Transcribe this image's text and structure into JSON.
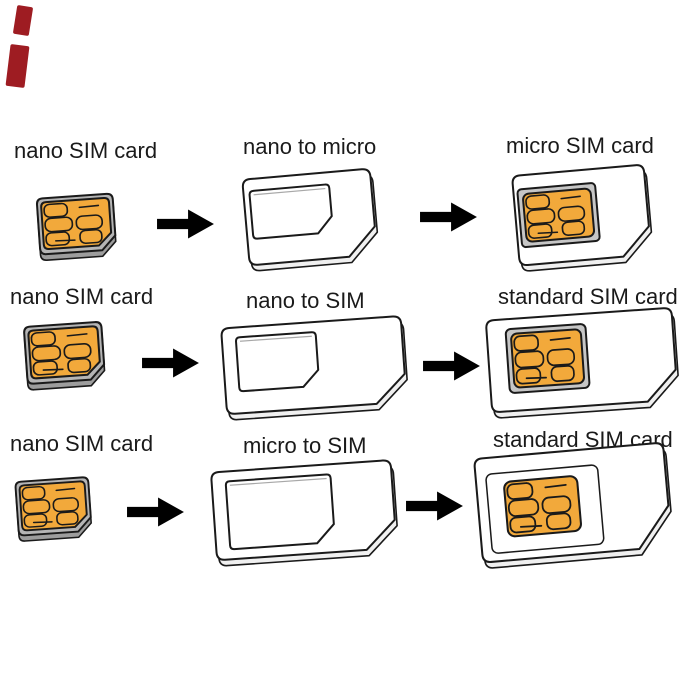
{
  "diagram": {
    "description": "SIM card adapter conversion diagram, 3 rows",
    "arrow_icon": "right-arrow",
    "rows": [
      {
        "source_label": "nano SIM card",
        "adapter_label": "nano to micro",
        "result_label": "micro SIM card"
      },
      {
        "source_label": "nano SIM card",
        "adapter_label": "nano to SIM",
        "result_label": "standard SIM card"
      },
      {
        "source_label": "nano SIM card",
        "adapter_label": "micro to SIM",
        "result_label": "standard SIM card"
      }
    ],
    "colors": {
      "background": "#ffffff",
      "chip_gold": "#F2A93B",
      "card_gray": "#B5B5B5",
      "mount_gray": "#C6C6C6",
      "outline": "#1A1A1A",
      "arrow": "#000000",
      "corner_mark": "#9E1C22"
    }
  }
}
